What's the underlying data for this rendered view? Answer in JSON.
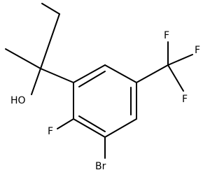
{
  "molecule": {
    "atoms": {
      "hydroxyl": "HO",
      "fluoro": "F",
      "bromo": "Br",
      "cf3_f_top": "F",
      "cf3_f_right": "F",
      "cf3_f_bottom": "F"
    },
    "colors": {
      "bond": "#000000",
      "label": "#000000",
      "background": "#ffffff"
    }
  }
}
